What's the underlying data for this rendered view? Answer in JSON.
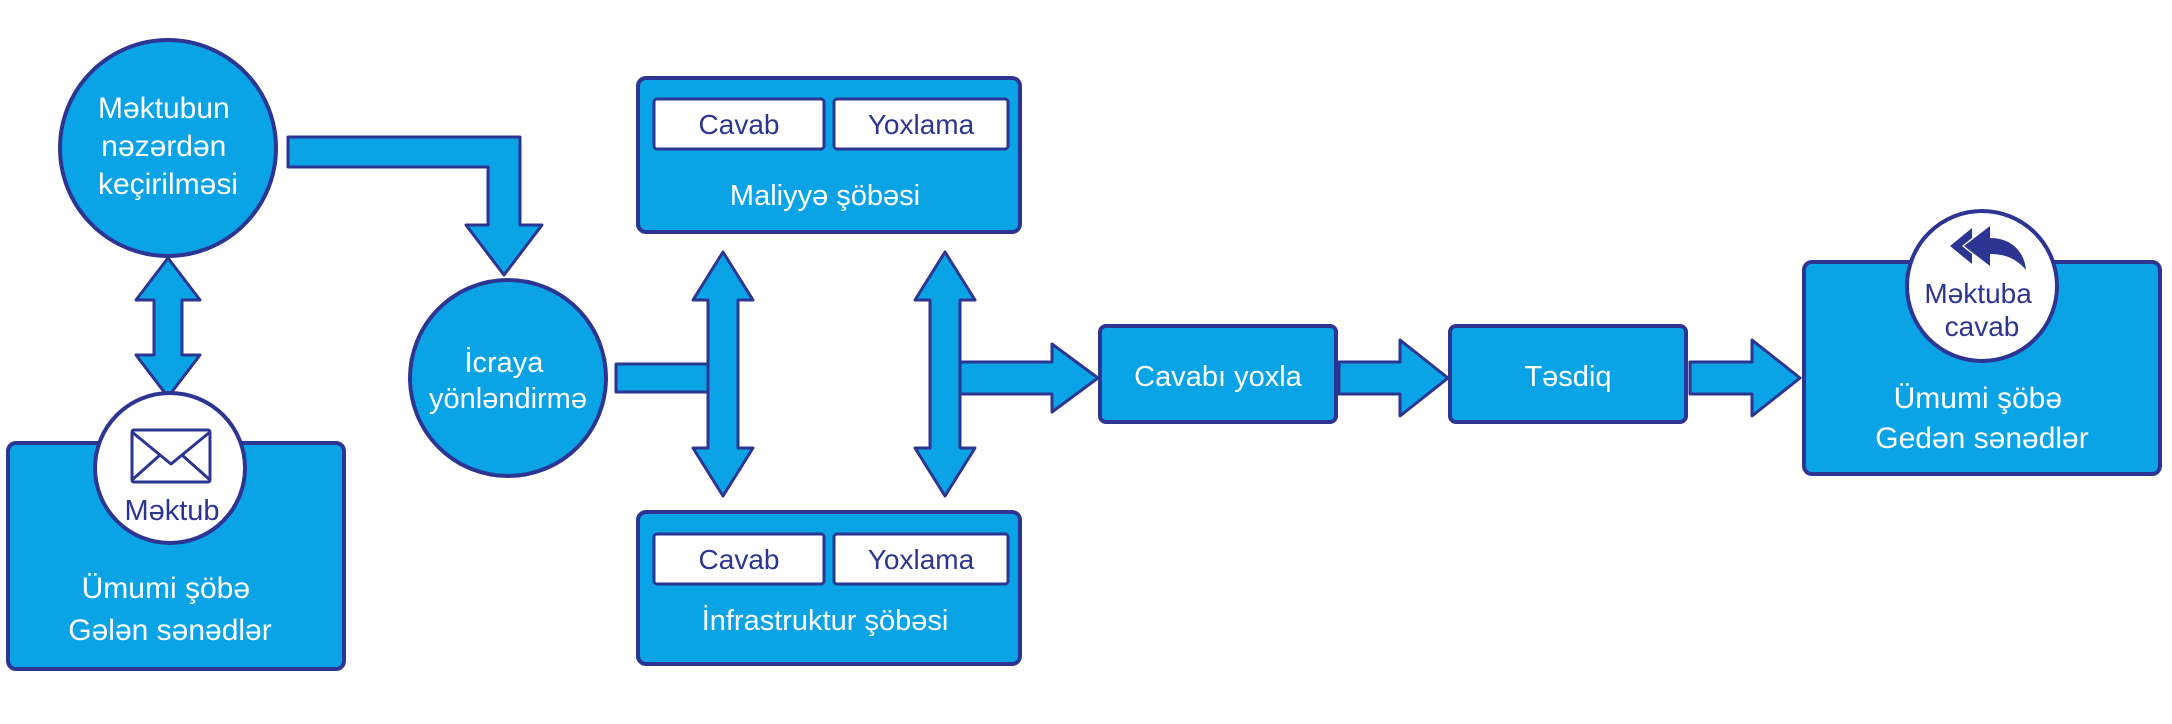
{
  "colors": {
    "fill": "#0aa3e6",
    "stroke": "#2d3592",
    "white": "#ffffff"
  },
  "nodes": {
    "review_circle": {
      "lines": [
        "Məktubun",
        "nəzərdən",
        "keçirilməsi"
      ]
    },
    "incoming_box": {
      "badge_label": "Məktub",
      "badge_icon": "envelope-icon",
      "lines": [
        "Ümumi şöbə",
        "Gələn sənədlər"
      ]
    },
    "dispatch_circle": {
      "lines": [
        "İcraya",
        "yönləndirmə"
      ]
    },
    "finance_box": {
      "tab_answer": "Cavab",
      "tab_check": "Yoxlama",
      "label": "Maliyyə şöbəsi"
    },
    "infra_box": {
      "tab_answer": "Cavab",
      "tab_check": "Yoxlama",
      "label": "İnfrastruktur şöbəsi"
    },
    "check_answer": {
      "label": "Cavabı yoxla"
    },
    "approve": {
      "label": "Təsdiq"
    },
    "outgoing_box": {
      "badge_lines": [
        "Məktuba",
        "cavab"
      ],
      "badge_icon": "reply-all-icon",
      "lines": [
        "Ümumi şöbə",
        "Gedən sənədlər"
      ]
    }
  }
}
